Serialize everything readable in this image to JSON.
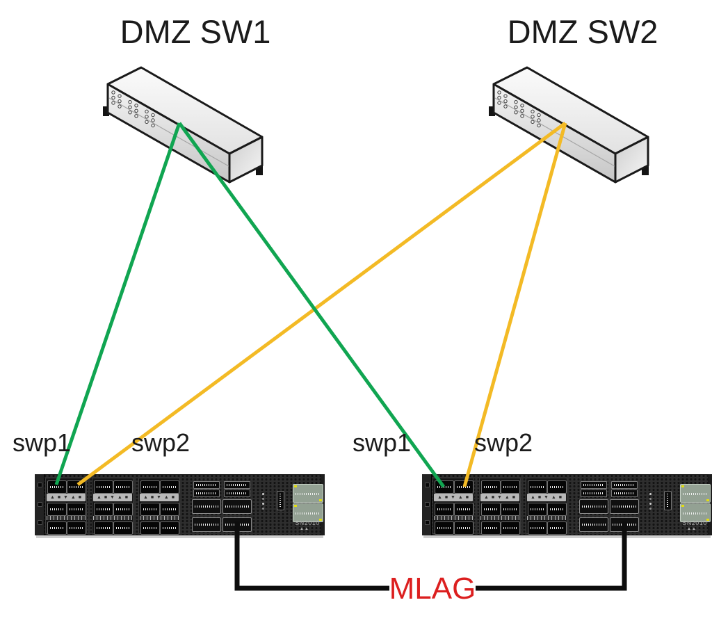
{
  "nodes": {
    "dmz_sw1": {
      "label": "DMZ SW1"
    },
    "dmz_sw2": {
      "label": "DMZ SW2"
    },
    "leaf_sw1": {
      "model": "SN2010",
      "port_labels": [
        "swp1",
        "swp2"
      ]
    },
    "leaf_sw2": {
      "model": "SN2010",
      "port_labels": [
        "swp1",
        "swp2"
      ]
    }
  },
  "mlag": {
    "label": "MLAG"
  },
  "links": [
    {
      "from": "DMZ SW1",
      "to": "left SN2010 swp1",
      "color": "green"
    },
    {
      "from": "DMZ SW1",
      "to": "right SN2010 swp1",
      "color": "green"
    },
    {
      "from": "DMZ SW2",
      "to": "left SN2010 swp2",
      "color": "yellow"
    },
    {
      "from": "DMZ SW2",
      "to": "right SN2010 swp2",
      "color": "yellow"
    },
    {
      "from": "left SN2010",
      "to": "right SN2010",
      "color": "black",
      "label": "MLAG"
    }
  ],
  "colors": {
    "green": "#10A551",
    "yellow": "#F3BA25",
    "black": "#0D0D0D",
    "mlag_text": "#DC1F1F"
  }
}
